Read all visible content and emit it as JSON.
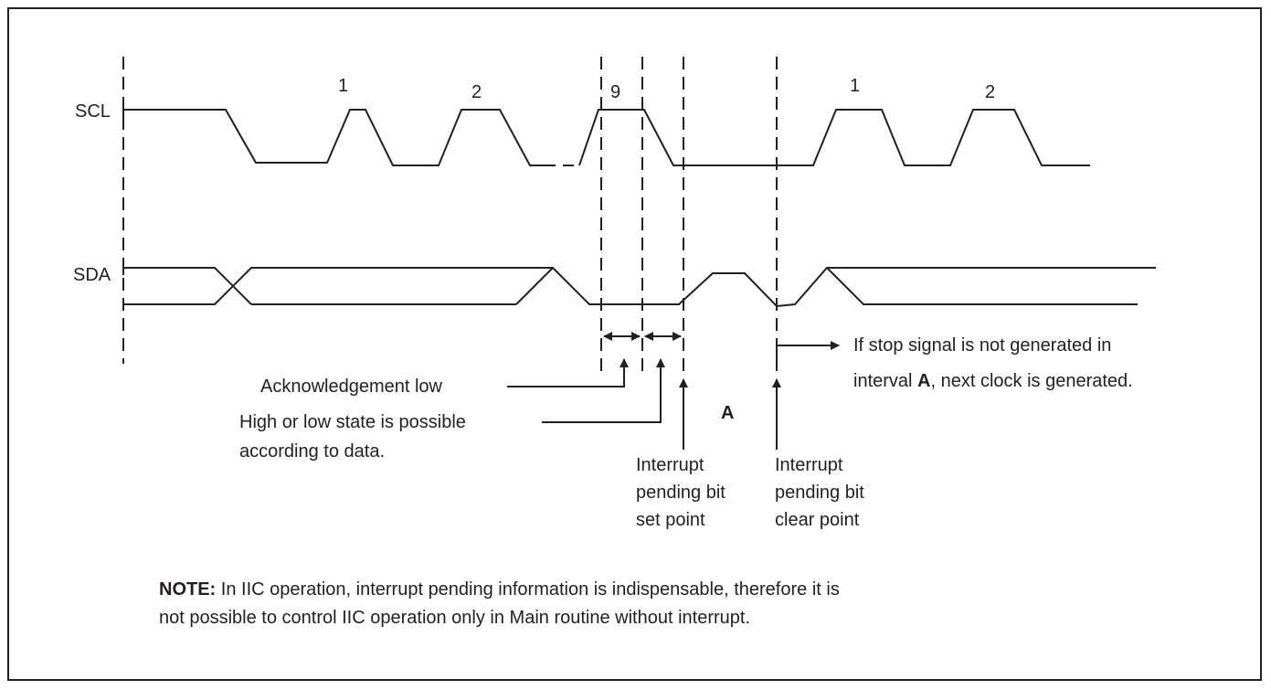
{
  "signals": {
    "scl": "SCL",
    "sda": "SDA"
  },
  "clock_numbers": {
    "first_1": "1",
    "first_2": "2",
    "ninth": "9",
    "second_1": "1",
    "second_2": "2"
  },
  "annotations": {
    "ack_low": "Acknowledgement low",
    "high_low_line1": "High or low state is possible",
    "high_low_line2": "according to data.",
    "interval_label": "A",
    "set_point": [
      "Interrupt",
      "pending bit",
      "set point"
    ],
    "clear_point": [
      "Interrupt",
      "pending bit",
      "clear point"
    ],
    "stop_line1": "If stop signal is not generated in",
    "stop_line2_pre": "interval ",
    "stop_line2_bold": "A",
    "stop_line2_post": ", next clock is generated."
  },
  "note": {
    "label": "NOTE:",
    "line1": " In IIC operation, interrupt pending information is indispensable, therefore it is",
    "line2": "not possible to control IIC operation only in Main routine without interrupt."
  }
}
